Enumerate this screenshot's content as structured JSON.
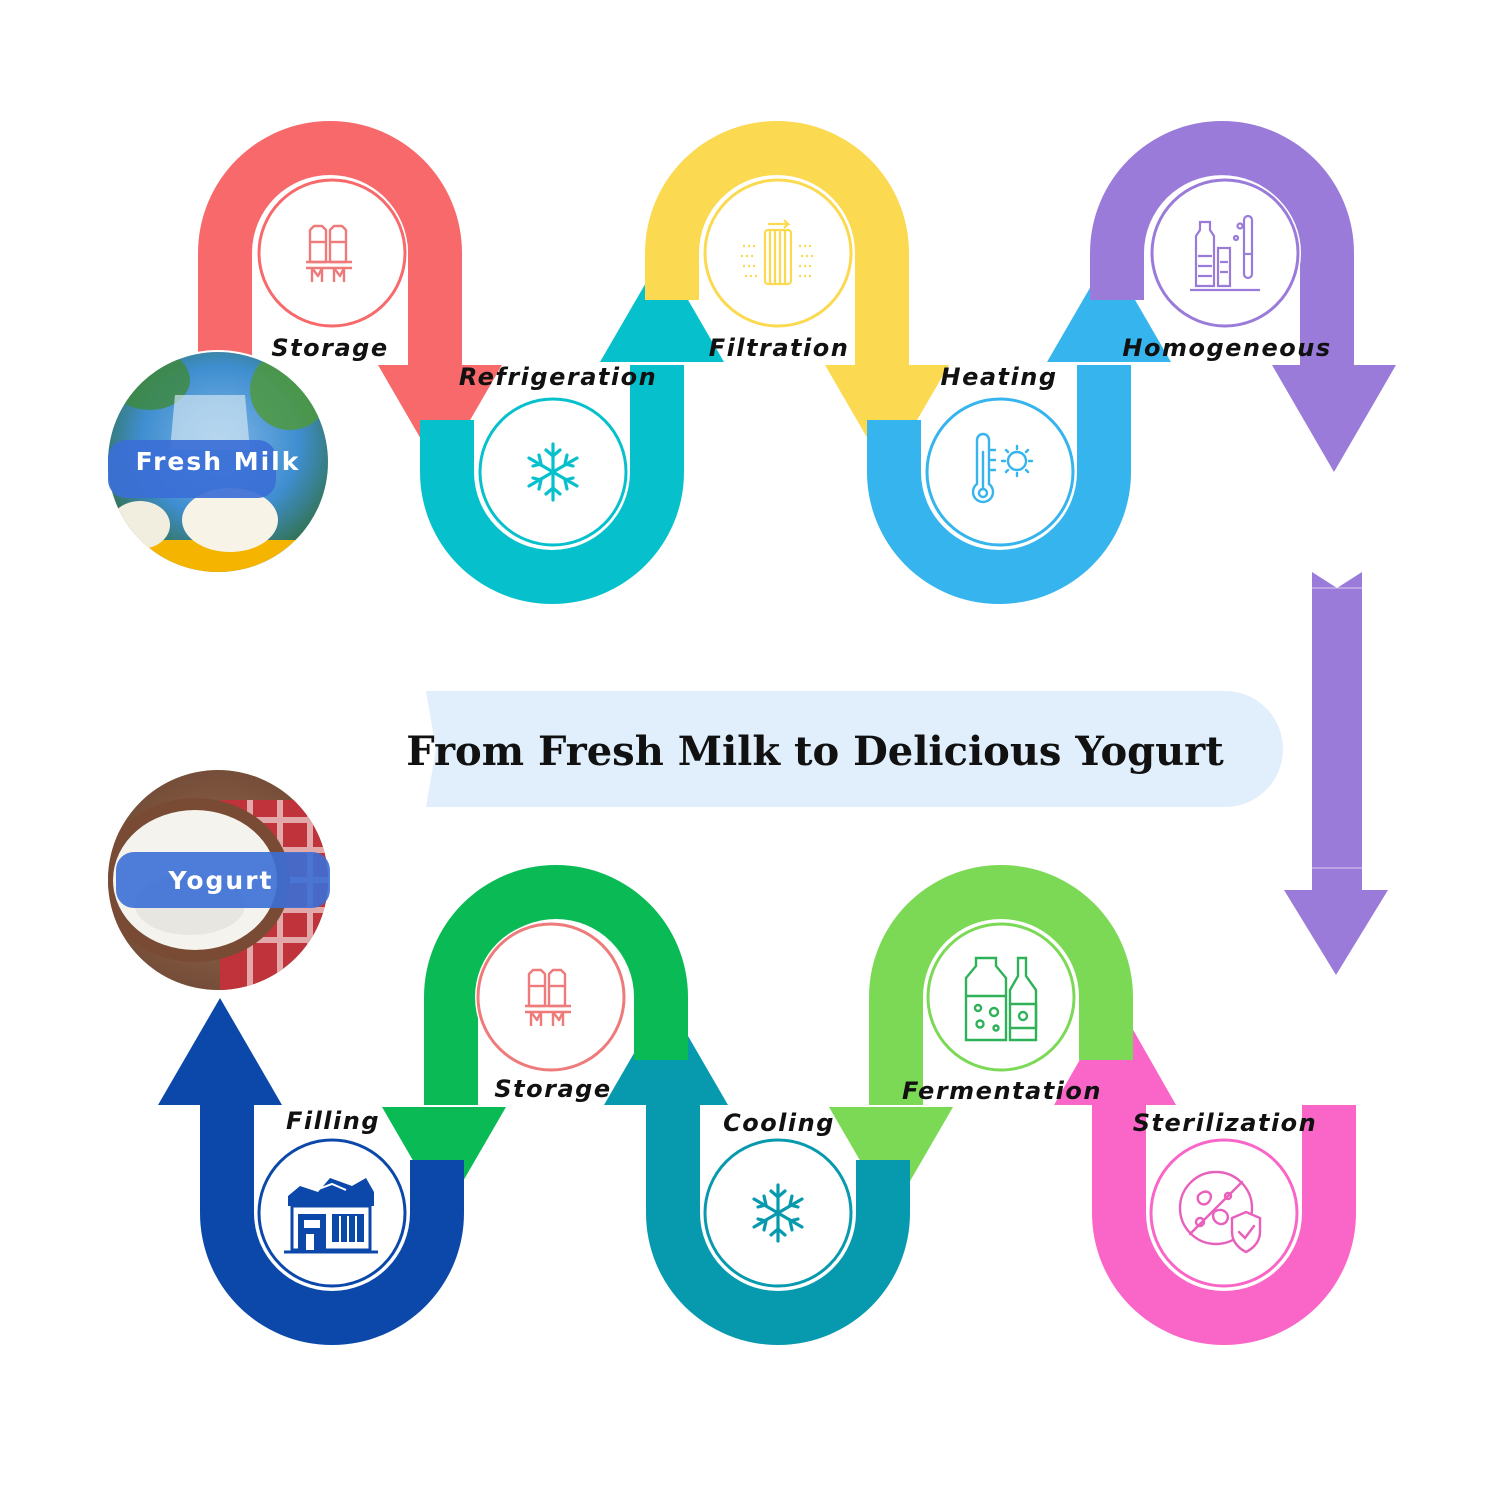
{
  "title": "From Fresh Milk to Delicious Yogurt",
  "start": {
    "label": "Fresh Milk"
  },
  "end": {
    "label": "Yogurt"
  },
  "steps": [
    {
      "label": "Storage",
      "color": "#f7696a",
      "icon": "milk-tank-icon"
    },
    {
      "label": "Refrigeration",
      "color": "#06c1cc",
      "icon": "snowflake-icon"
    },
    {
      "label": "Filtration",
      "color": "#fbd951",
      "icon": "filter-cartridge-icon"
    },
    {
      "label": "Heating",
      "color": "#35b4ee",
      "icon": "thermometer-sun-icon"
    },
    {
      "label": "Homogeneous",
      "color": "#9a7bd9",
      "icon": "lab-bottles-icon"
    },
    {
      "label": "Sterilization",
      "color": "#fa66c8",
      "icon": "bacteria-shield-icon"
    },
    {
      "label": "Fermentation",
      "color": "#7cd956",
      "icon": "fermentation-bottles-icon"
    },
    {
      "label": "Cooling",
      "color": "#0799ae",
      "icon": "snowflake-icon"
    },
    {
      "label": "Storage",
      "color": "#0abb55",
      "icon": "milk-tank-icon"
    },
    {
      "label": "Filling",
      "color": "#0b48aa",
      "icon": "factory-icon"
    }
  ],
  "colors": {
    "title_banner": "#e1eefb",
    "pill": "#3b6fd6",
    "connector": "#9a7bd9",
    "storage_icon": "#ee7a7a",
    "homogeneous_icon": "#9a7bd9",
    "sterilization_icon": "#e860bb",
    "fermentation_icon": "#2fb157",
    "filling_icon": "#0b48aa"
  }
}
